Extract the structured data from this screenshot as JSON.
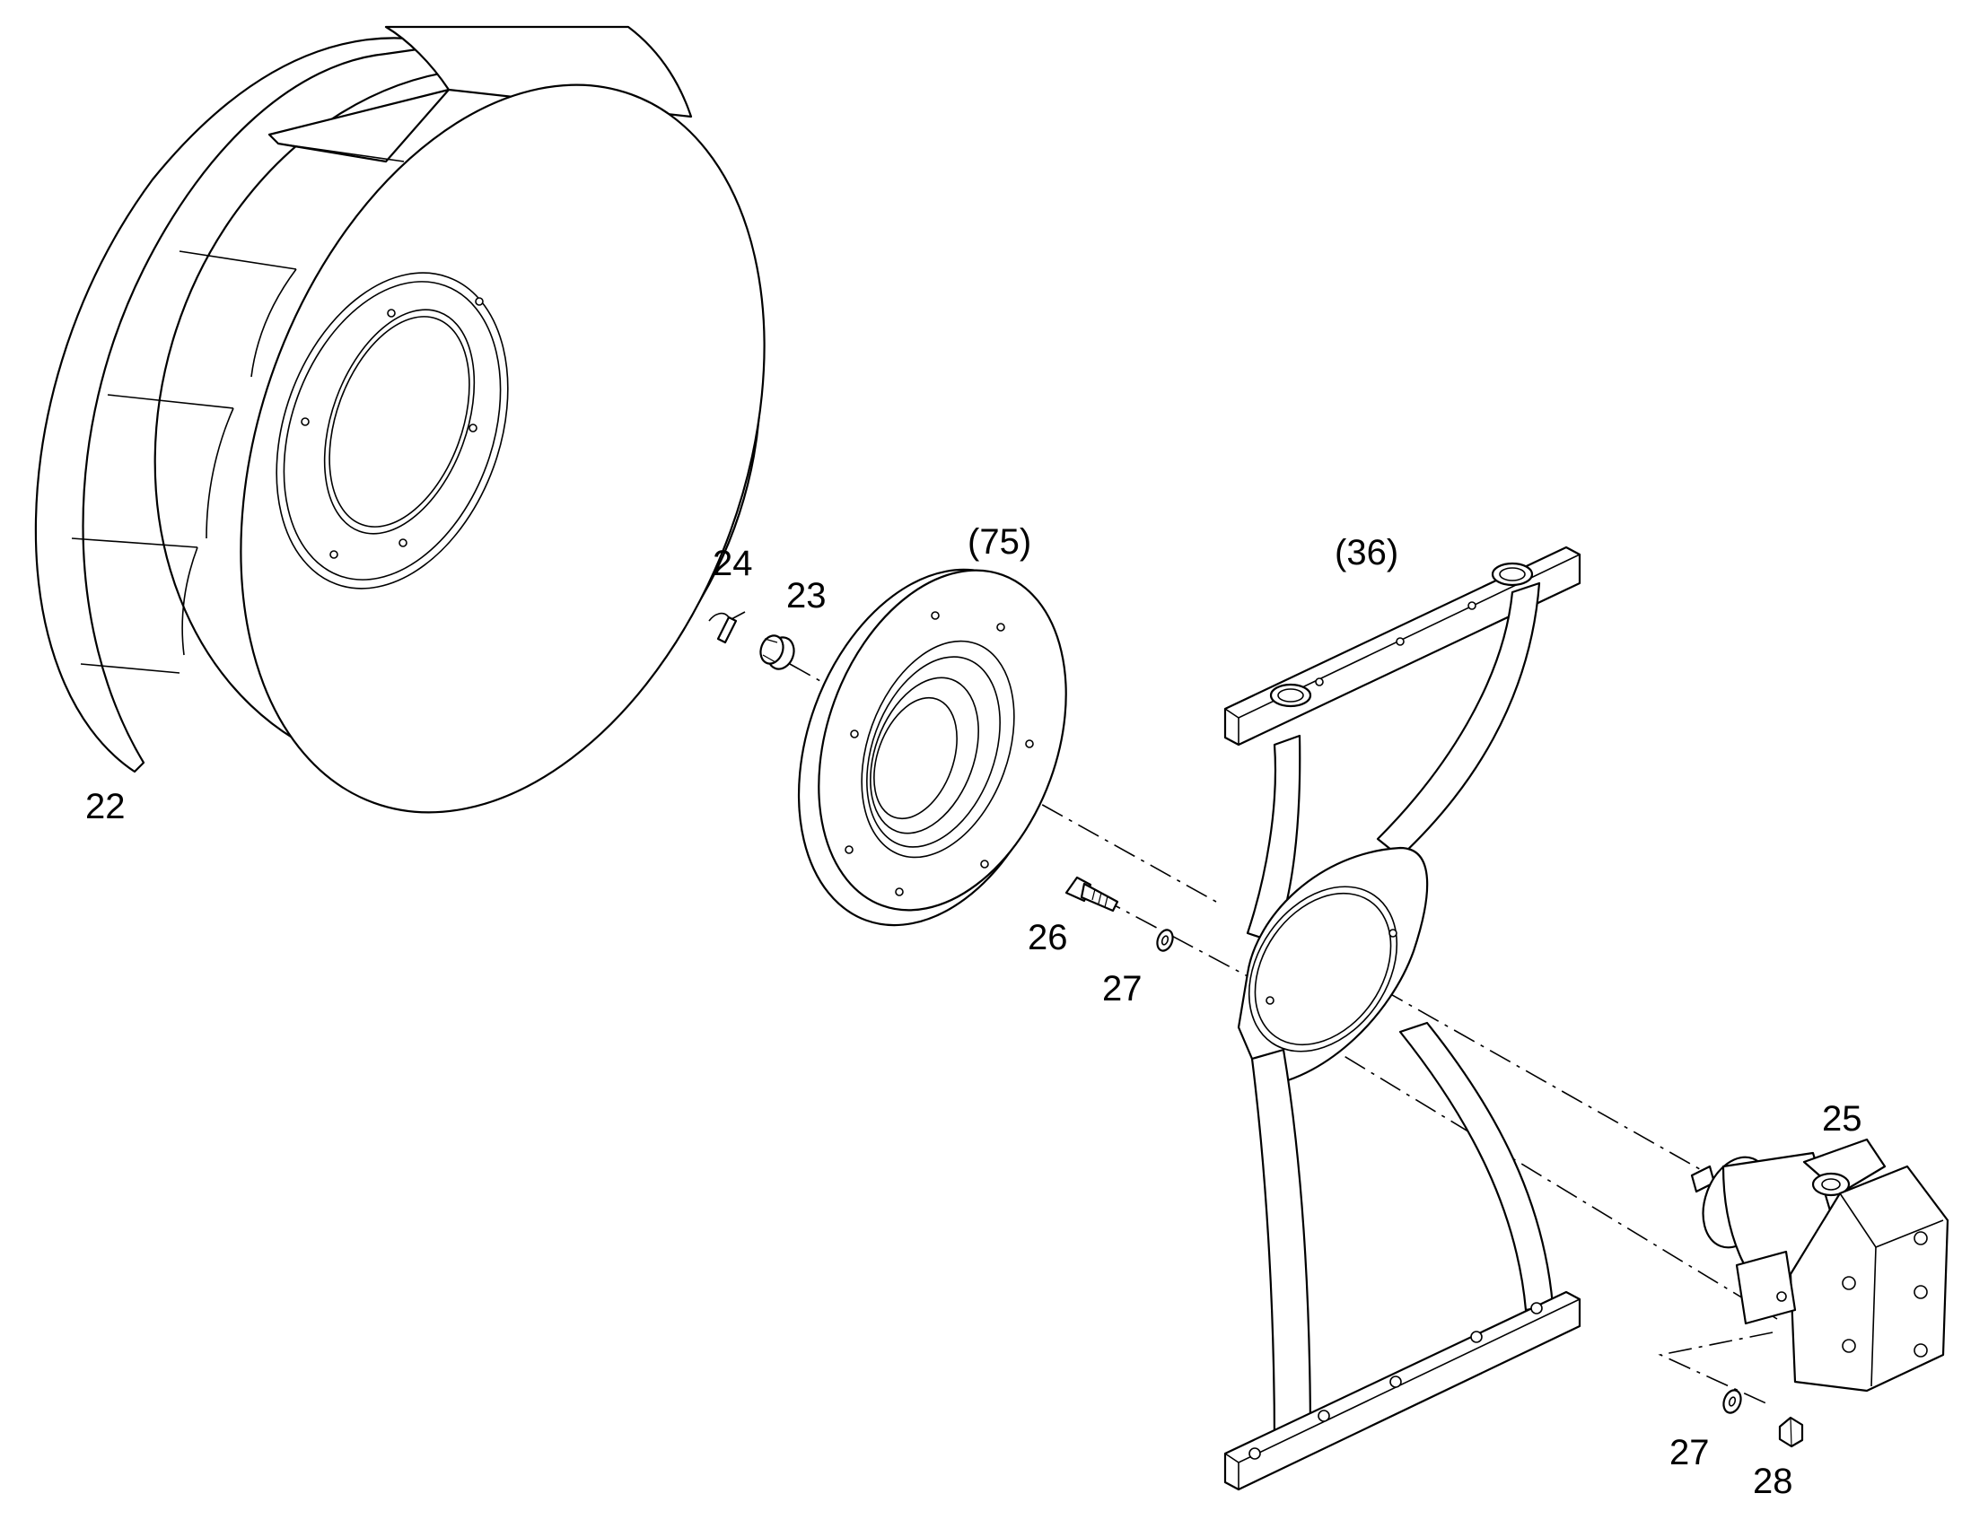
{
  "labels": {
    "p22": "22",
    "p23": "23",
    "p24": "24",
    "p25": "25",
    "p26": "26",
    "p27a": "27",
    "p27b": "27",
    "p28": "28",
    "p36": "(36)",
    "p75": "(75)"
  }
}
